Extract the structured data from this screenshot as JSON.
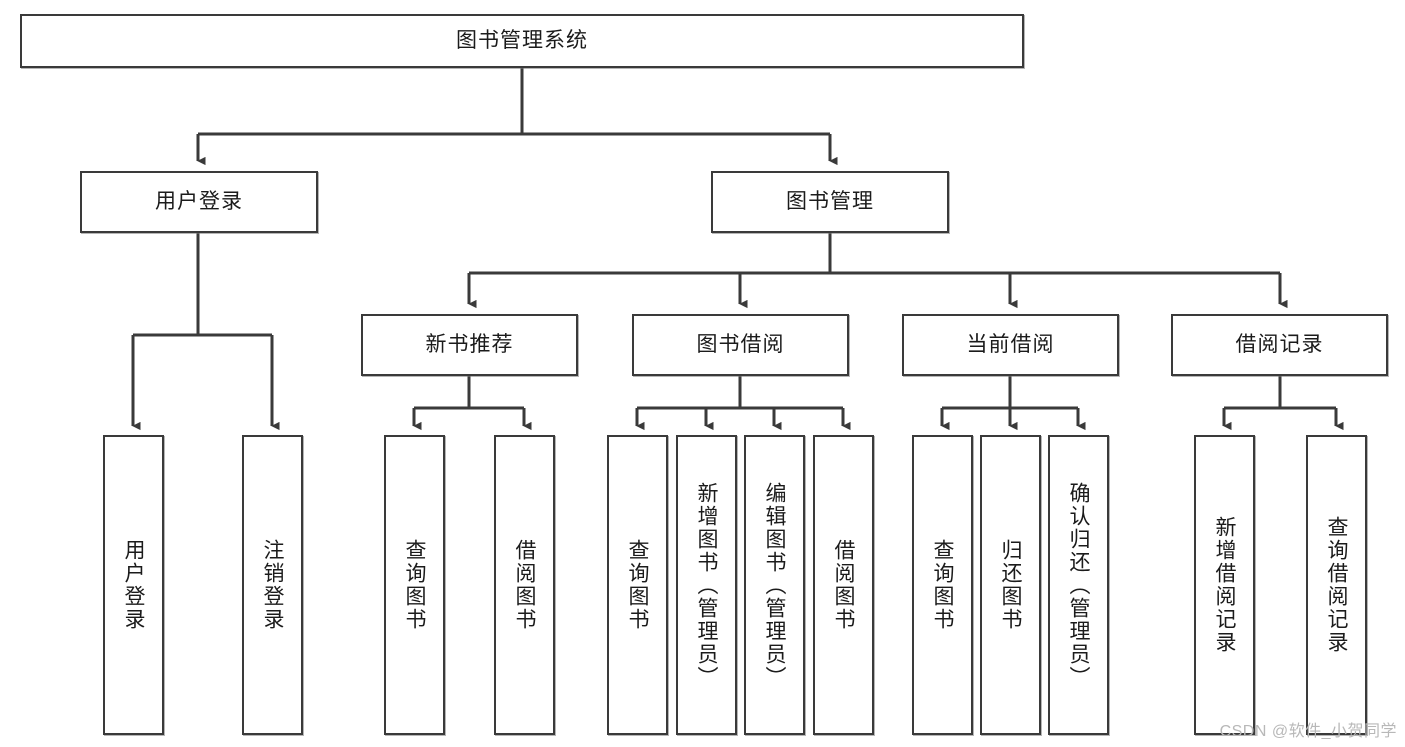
{
  "diagram": {
    "type": "hierarchy-tree",
    "title": "图书管理系统",
    "watermark": "CSDN @软件_小贺同学",
    "colors": {
      "box_border": "#3a3a3a",
      "box_fill": "#ffffff",
      "connector": "#3a3a3a",
      "text": "#1b1b1b",
      "watermark": "#b8b8b8"
    },
    "root": {
      "id": "root",
      "label": "图书管理系统",
      "orientation": "horizontal"
    },
    "level2": [
      {
        "id": "user-login",
        "label": "用户登录",
        "orientation": "horizontal"
      },
      {
        "id": "book-management",
        "label": "图书管理",
        "orientation": "horizontal"
      }
    ],
    "level3": [
      {
        "id": "new-book-recommend",
        "label": "新书推荐",
        "orientation": "horizontal",
        "parent": "book-management"
      },
      {
        "id": "book-borrow",
        "label": "图书借阅",
        "orientation": "horizontal",
        "parent": "book-management"
      },
      {
        "id": "current-borrow",
        "label": "当前借阅",
        "orientation": "horizontal",
        "parent": "book-management"
      },
      {
        "id": "borrow-record",
        "label": "借阅记录",
        "orientation": "horizontal",
        "parent": "book-management"
      }
    ],
    "leaves": [
      {
        "id": "leaf-user-login",
        "label": "用户登录",
        "orientation": "vertical",
        "parent": "user-login"
      },
      {
        "id": "leaf-logout-login",
        "label": "注销登录",
        "orientation": "vertical",
        "parent": "user-login"
      },
      {
        "id": "leaf-query-book-1",
        "label": "查询图书",
        "orientation": "vertical",
        "parent": "new-book-recommend"
      },
      {
        "id": "leaf-borrow-book-1",
        "label": "借阅图书",
        "orientation": "vertical",
        "parent": "new-book-recommend"
      },
      {
        "id": "leaf-query-book-2",
        "label": "查询图书",
        "orientation": "vertical",
        "parent": "book-borrow"
      },
      {
        "id": "leaf-add-book",
        "label": "新增图书（管理员）",
        "orientation": "vertical",
        "parent": "book-borrow"
      },
      {
        "id": "leaf-edit-book",
        "label": "编辑图书（管理员）",
        "orientation": "vertical",
        "parent": "book-borrow"
      },
      {
        "id": "leaf-borrow-book-2",
        "label": "借阅图书",
        "orientation": "vertical",
        "parent": "book-borrow"
      },
      {
        "id": "leaf-query-book-3",
        "label": "查询图书",
        "orientation": "vertical",
        "parent": "current-borrow"
      },
      {
        "id": "leaf-return-book",
        "label": "归还图书",
        "orientation": "vertical",
        "parent": "current-borrow"
      },
      {
        "id": "leaf-confirm-return",
        "label": "确认归还（管理员）",
        "orientation": "vertical",
        "parent": "current-borrow"
      },
      {
        "id": "leaf-add-record",
        "label": "新增借阅记录",
        "orientation": "vertical",
        "parent": "borrow-record"
      },
      {
        "id": "leaf-query-record",
        "label": "查询借阅记录",
        "orientation": "vertical",
        "parent": "borrow-record"
      }
    ]
  }
}
